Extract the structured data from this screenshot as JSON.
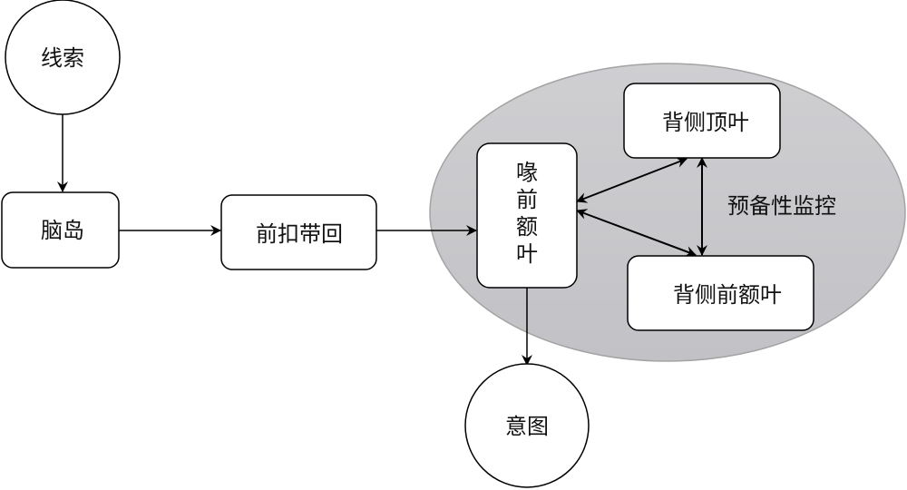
{
  "diagram": {
    "region": {
      "label": "预备性监控",
      "fill_color": "#c9c9cc",
      "stroke_color": "#a0a0a0"
    },
    "nodes": {
      "cue": {
        "label": "线索",
        "shape": "circle"
      },
      "insula": {
        "label": "脑岛",
        "shape": "rounded-rect"
      },
      "acc": {
        "label": "前扣带回",
        "shape": "rounded-rect"
      },
      "ofc": {
        "label": "喙前额叶",
        "chars": [
          "喙",
          "前",
          "额",
          "叶"
        ],
        "shape": "rounded-rect",
        "orientation": "vertical"
      },
      "dpl": {
        "label": "背侧顶叶",
        "shape": "rounded-rect"
      },
      "dlpfc": {
        "label": "背侧前额叶",
        "shape": "rounded-rect"
      },
      "intent": {
        "label": "意图",
        "shape": "circle"
      }
    },
    "edges": [
      {
        "from": "线索",
        "to": "脑岛",
        "direction": "forward"
      },
      {
        "from": "脑岛",
        "to": "前扣带回",
        "direction": "forward"
      },
      {
        "from": "前扣带回",
        "to": "喙前额叶",
        "direction": "forward"
      },
      {
        "from": "喙前额叶",
        "to": "背侧顶叶",
        "direction": "bidirectional"
      },
      {
        "from": "喙前额叶",
        "to": "背侧前额叶",
        "direction": "bidirectional"
      },
      {
        "from": "背侧顶叶",
        "to": "背侧前额叶",
        "direction": "bidirectional"
      },
      {
        "from": "喙前额叶",
        "to": "意图",
        "direction": "forward"
      }
    ]
  }
}
